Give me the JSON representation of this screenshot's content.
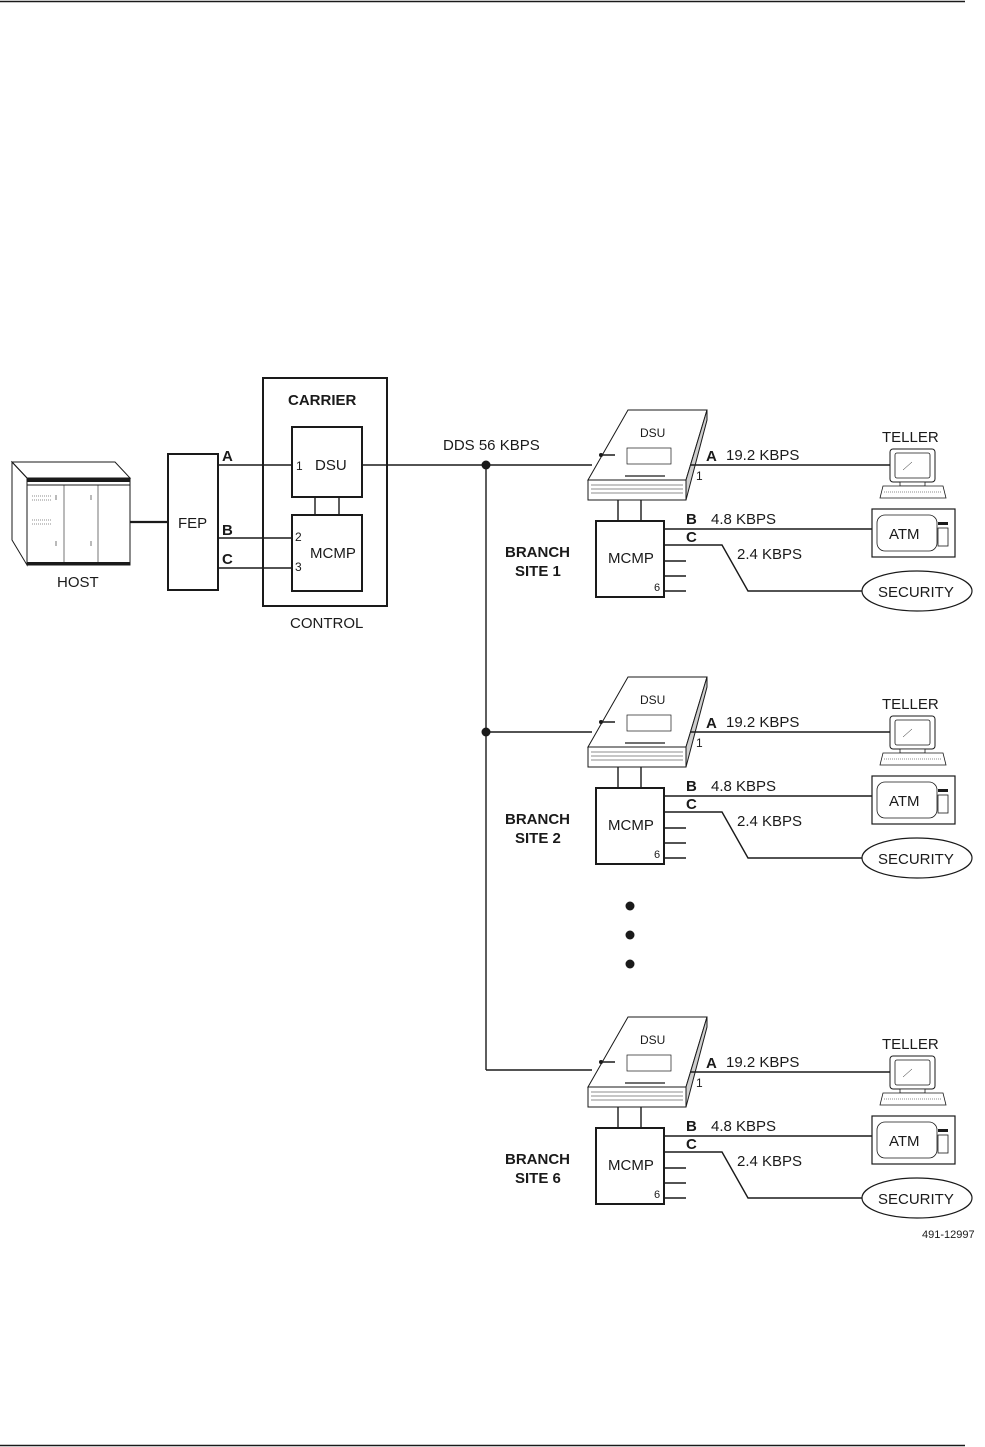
{
  "diagram": {
    "figure_id": "491-12997",
    "host": {
      "label": "HOST"
    },
    "fep": {
      "label": "FEP",
      "ports": [
        "A",
        "B",
        "C"
      ]
    },
    "control": {
      "caption": "CONTROL",
      "carrier_label": "CARRIER",
      "dsu": {
        "label": "DSU",
        "port": "1"
      },
      "mcmp": {
        "label": "MCMP",
        "ports": [
          "2",
          "3"
        ]
      }
    },
    "trunk": {
      "label": "DDS 56 KBPS"
    },
    "continuation_marker": "• • •",
    "branch_sites": [
      {
        "label_line1": "BRANCH",
        "label_line2": "SITE 1",
        "dsu_label": "DSU",
        "dsu_port": "1",
        "mcmp_label": "MCMP",
        "mcmp_last_port": "6",
        "links": [
          {
            "port": "A",
            "speed": "19.2 KBPS",
            "device": "TELLER"
          },
          {
            "port": "B",
            "speed": "4.8 KBPS",
            "device": "ATM"
          },
          {
            "port": "C",
            "speed": "2.4 KBPS",
            "device": "SECURITY"
          }
        ]
      },
      {
        "label_line1": "BRANCH",
        "label_line2": "SITE 2",
        "dsu_label": "DSU",
        "dsu_port": "1",
        "mcmp_label": "MCMP",
        "mcmp_last_port": "6",
        "links": [
          {
            "port": "A",
            "speed": "19.2 KBPS",
            "device": "TELLER"
          },
          {
            "port": "B",
            "speed": "4.8 KBPS",
            "device": "ATM"
          },
          {
            "port": "C",
            "speed": "2.4 KBPS",
            "device": "SECURITY"
          }
        ]
      },
      {
        "label_line1": "BRANCH",
        "label_line2": "SITE 6",
        "dsu_label": "DSU",
        "dsu_port": "1",
        "mcmp_label": "MCMP",
        "mcmp_last_port": "6",
        "links": [
          {
            "port": "A",
            "speed": "19.2 KBPS",
            "device": "TELLER"
          },
          {
            "port": "B",
            "speed": "4.8 KBPS",
            "device": "ATM"
          },
          {
            "port": "C",
            "speed": "2.4 KBPS",
            "device": "SECURITY"
          }
        ]
      }
    ]
  }
}
